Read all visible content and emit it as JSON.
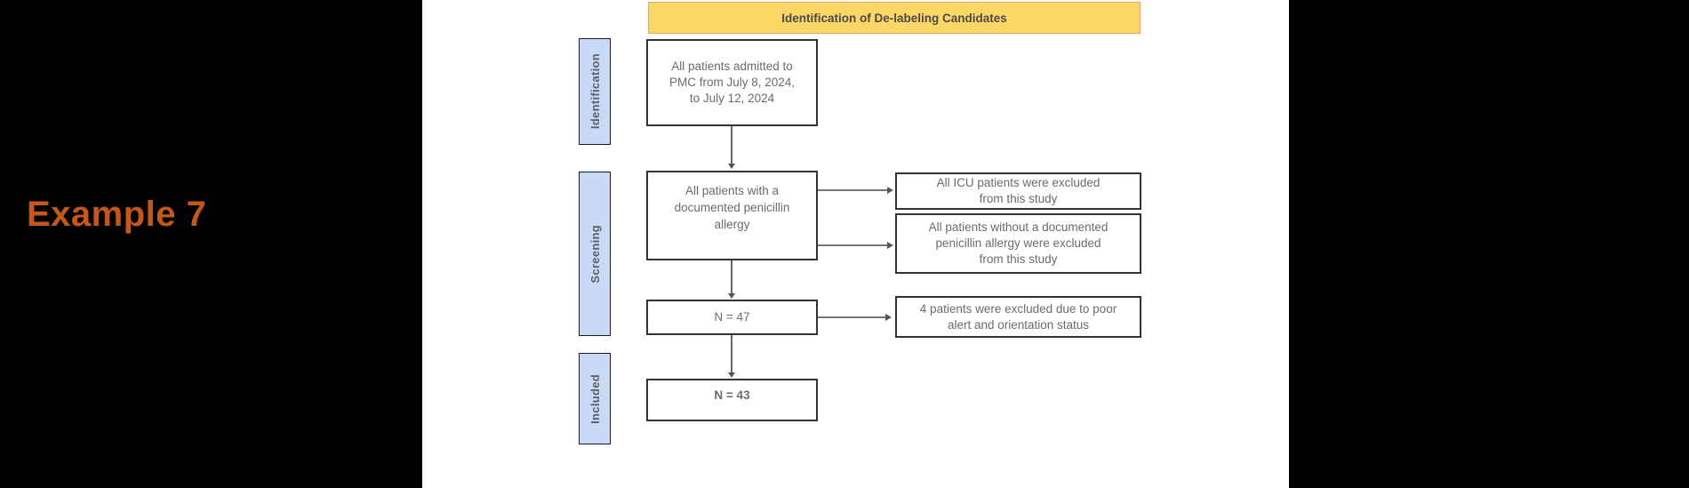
{
  "slide_label": "Example 7",
  "banner": {
    "title": "Identification of De-labeling Candidates"
  },
  "stages": [
    {
      "id": "identification",
      "label": "Identification"
    },
    {
      "id": "screening",
      "label": "Screening"
    },
    {
      "id": "included",
      "label": "Included"
    }
  ],
  "flow_boxes": [
    {
      "id": "admitted",
      "text": "All patients admitted to\nPMC from July 8, 2024,\nto July 12, 2024"
    },
    {
      "id": "allergy",
      "text": "All patients with a\ndocumented penicillin\nallergy"
    },
    {
      "id": "n47",
      "text": "N = 47"
    },
    {
      "id": "n43",
      "text": "N = 43"
    }
  ],
  "exclusion_boxes": [
    {
      "id": "icu",
      "text": "All ICU patients were excluded\nfrom this study"
    },
    {
      "id": "no-allergy",
      "text": "All patients without a documented\npenicillin allergy were excluded\nfrom this study"
    },
    {
      "id": "alert",
      "text": "4 patients were excluded due to poor\nalert and orientation status"
    }
  ],
  "colors": {
    "label_orange": "#C4571A",
    "banner_fill": "#FCD768",
    "banner_border": "#F2A05E",
    "stage_fill": "#C9DAF8",
    "box_border": "#333333",
    "box_text_gray": "#6B6B6B",
    "panel_black": "#000000"
  }
}
